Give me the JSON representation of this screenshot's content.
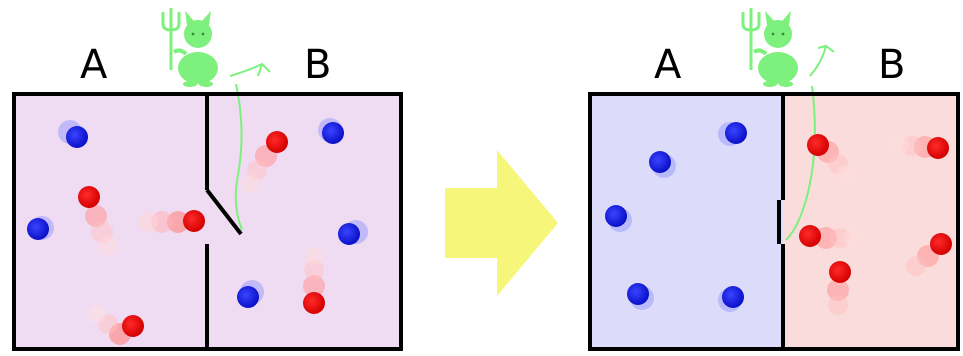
{
  "colors": {
    "before_fill": "#efdcf3",
    "cold_fill": "#dcdcfa",
    "hot_fill": "#fbdcdc",
    "wall": "#000000",
    "cold_molecule": "#0a14d8",
    "hot_molecule": "#e60000",
    "demon": "#7ef07e",
    "arrow": "#f6f77a"
  },
  "icons": {
    "demon": "demon-icon",
    "transition": "right-arrow-icon"
  },
  "before": {
    "left_label": "A",
    "right_label": "B",
    "door": "open"
  },
  "after": {
    "left_label": "A",
    "right_label": "B",
    "door": "closed"
  }
}
